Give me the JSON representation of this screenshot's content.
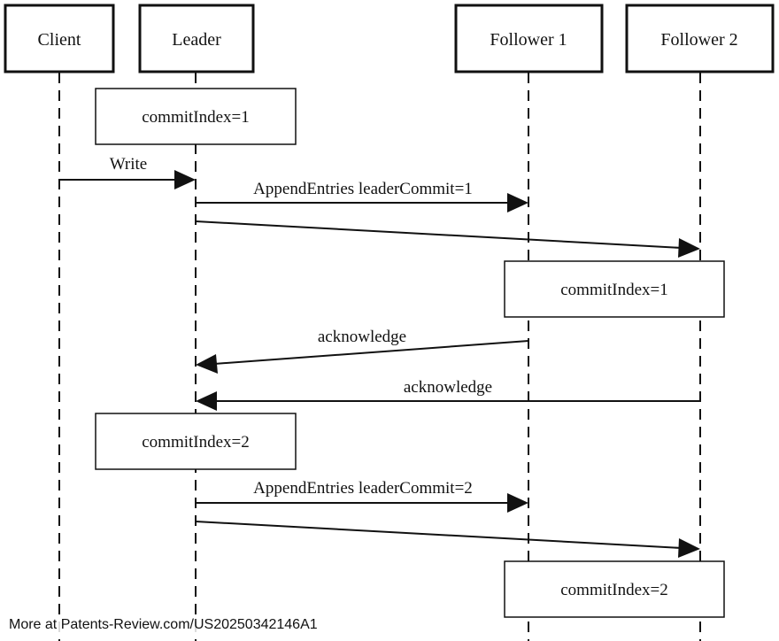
{
  "actors": [
    {
      "id": "client",
      "label": "Client"
    },
    {
      "id": "leader",
      "label": "Leader"
    },
    {
      "id": "follower1",
      "label": "Follower 1"
    },
    {
      "id": "follower2",
      "label": "Follower 2"
    }
  ],
  "notes": [
    {
      "label": "commitIndex=1"
    },
    {
      "label": "commitIndex=1"
    },
    {
      "label": "commitIndex=2"
    },
    {
      "label": "commitIndex=2"
    }
  ],
  "messages": [
    {
      "from": "client",
      "to": "leader",
      "label": "Write"
    },
    {
      "from": "leader",
      "to": "follower1",
      "label": "AppendEntries leaderCommit=1"
    },
    {
      "from": "leader",
      "to": "follower2",
      "label": ""
    },
    {
      "from": "follower1",
      "to": "leader",
      "label": "acknowledge"
    },
    {
      "from": "follower2",
      "to": "leader",
      "label": "acknowledge"
    },
    {
      "from": "leader",
      "to": "follower1",
      "label": "AppendEntries leaderCommit=2"
    },
    {
      "from": "leader",
      "to": "follower2",
      "label": ""
    }
  ],
  "footer": {
    "text": "More at Patents-Review.com/US20250342146A1"
  }
}
